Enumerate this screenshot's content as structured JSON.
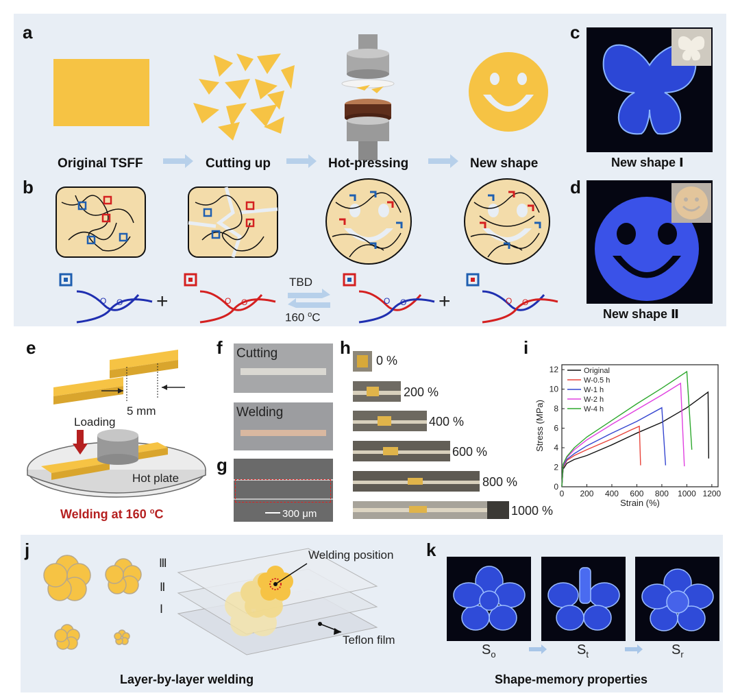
{
  "panel_labels": {
    "a": "a",
    "b": "b",
    "c": "c",
    "d": "d",
    "e": "e",
    "f": "f",
    "g": "g",
    "h": "h",
    "i": "i",
    "j": "j",
    "k": "k"
  },
  "panel_a": {
    "steps": [
      "Original TSFF",
      "Cutting up",
      "Hot-pressing",
      "New shape"
    ]
  },
  "panel_b": {
    "forward_label": "TBD",
    "reverse_label_base": "160 ",
    "reverse_label_sup": "o",
    "reverse_label_unit": "C"
  },
  "panel_c": {
    "caption": "New shape Ⅰ"
  },
  "panel_d": {
    "caption": "New shape Ⅱ"
  },
  "panel_e": {
    "gap_label": "5 mm",
    "loading_label": "Loading",
    "hot_plate_label": "Hot plate",
    "caption_base": "Welding at 160 ",
    "caption_sup": "o",
    "caption_unit": "C"
  },
  "panel_f": {
    "top_label": "Cutting",
    "bottom_label": "Welding"
  },
  "panel_g": {
    "scale_bar": "300 μm"
  },
  "panel_h": {
    "strains": [
      "0 %",
      "200 %",
      "400 %",
      "600 %",
      "800 %",
      "1000 %"
    ]
  },
  "panel_j": {
    "layer_labels": [
      "Ⅲ",
      "Ⅱ",
      "Ⅰ"
    ],
    "welding_position": "Welding position",
    "teflon": "Teflon film",
    "caption": "Layer-by-layer welding"
  },
  "panel_k": {
    "states": [
      {
        "base": "S",
        "sub": "o"
      },
      {
        "base": "S",
        "sub": "t"
      },
      {
        "base": "S",
        "sub": "r"
      }
    ],
    "caption": "Shape-memory properties"
  },
  "chart_data": {
    "type": "line",
    "xlabel": "Strain (%)",
    "ylabel": "Stress (MPa)",
    "xlim": [
      0,
      1250
    ],
    "ylim": [
      0,
      12.5
    ],
    "xticks": [
      0,
      200,
      400,
      600,
      800,
      1000,
      1200
    ],
    "yticks": [
      0,
      2,
      4,
      6,
      8,
      10,
      12
    ],
    "legend": "top-left",
    "series": [
      {
        "name": "Original",
        "color": "#111111",
        "points": [
          [
            0,
            0
          ],
          [
            10,
            1.8
          ],
          [
            40,
            2.4
          ],
          [
            100,
            2.8
          ],
          [
            200,
            3.2
          ],
          [
            400,
            4.3
          ],
          [
            600,
            5.5
          ],
          [
            800,
            6.6
          ],
          [
            1000,
            8.1
          ],
          [
            1170,
            9.7
          ],
          [
            1175,
            2.9
          ]
        ]
      },
      {
        "name": "W-0.5 h",
        "color": "#e8443a",
        "points": [
          [
            0,
            0
          ],
          [
            10,
            2.0
          ],
          [
            40,
            2.7
          ],
          [
            100,
            3.2
          ],
          [
            200,
            3.8
          ],
          [
            400,
            4.9
          ],
          [
            550,
            5.8
          ],
          [
            620,
            6.2
          ],
          [
            630,
            2.2
          ]
        ]
      },
      {
        "name": "W-1 h",
        "color": "#3546d0",
        "points": [
          [
            0,
            0
          ],
          [
            10,
            2.1
          ],
          [
            40,
            2.8
          ],
          [
            100,
            3.4
          ],
          [
            200,
            4.2
          ],
          [
            400,
            5.5
          ],
          [
            600,
            6.7
          ],
          [
            800,
            8.1
          ],
          [
            830,
            2.2
          ]
        ]
      },
      {
        "name": "W-2 h",
        "color": "#e040e0",
        "points": [
          [
            0,
            0
          ],
          [
            10,
            2.2
          ],
          [
            40,
            3.0
          ],
          [
            100,
            3.8
          ],
          [
            200,
            4.8
          ],
          [
            400,
            6.4
          ],
          [
            600,
            7.9
          ],
          [
            800,
            9.4
          ],
          [
            950,
            10.6
          ],
          [
            980,
            2.1
          ]
        ]
      },
      {
        "name": "W-4 h",
        "color": "#2da82d",
        "points": [
          [
            0,
            0
          ],
          [
            10,
            2.3
          ],
          [
            40,
            3.1
          ],
          [
            100,
            4.0
          ],
          [
            200,
            5.1
          ],
          [
            400,
            6.8
          ],
          [
            600,
            8.5
          ],
          [
            800,
            10.1
          ],
          [
            1000,
            11.8
          ],
          [
            1040,
            3.8
          ]
        ]
      }
    ]
  }
}
